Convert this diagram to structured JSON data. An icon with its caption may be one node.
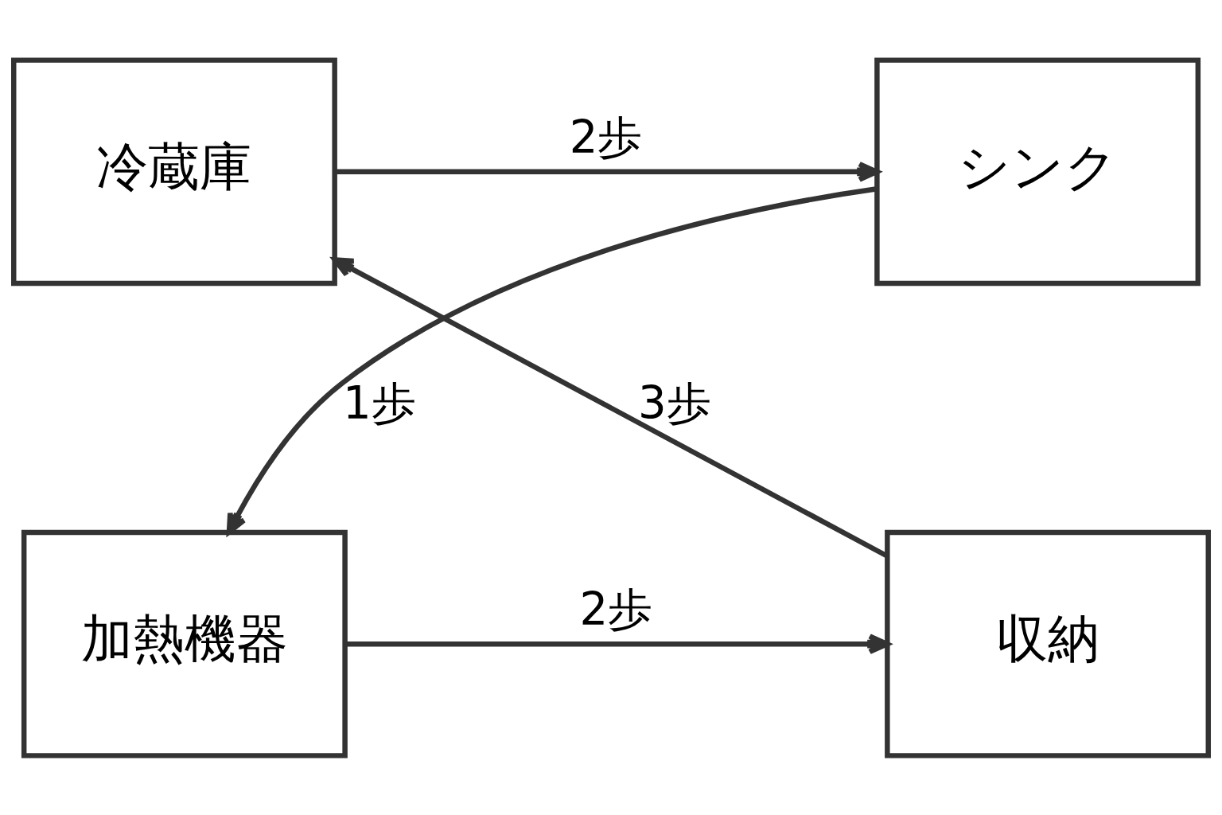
{
  "diagram": {
    "nodes": [
      {
        "text": [
          "冷蔵庫"
        ]
      },
      {
        "text": [
          "シンク"
        ]
      },
      {
        "text": [
          "加熱機器"
        ]
      },
      {
        "text": [
          "収納"
        ]
      }
    ],
    "edges": [
      {
        "from": 0,
        "to": 1,
        "arrow": "to",
        "label": "2歩"
      },
      {
        "from": 1,
        "to": 2,
        "arrow": "to",
        "label": "1歩"
      },
      {
        "from": 2,
        "to": 3,
        "arrow": "to",
        "label": "2歩"
      },
      {
        "from": 3,
        "to": 0,
        "arrow": "to",
        "label": "3歩"
      }
    ]
  }
}
